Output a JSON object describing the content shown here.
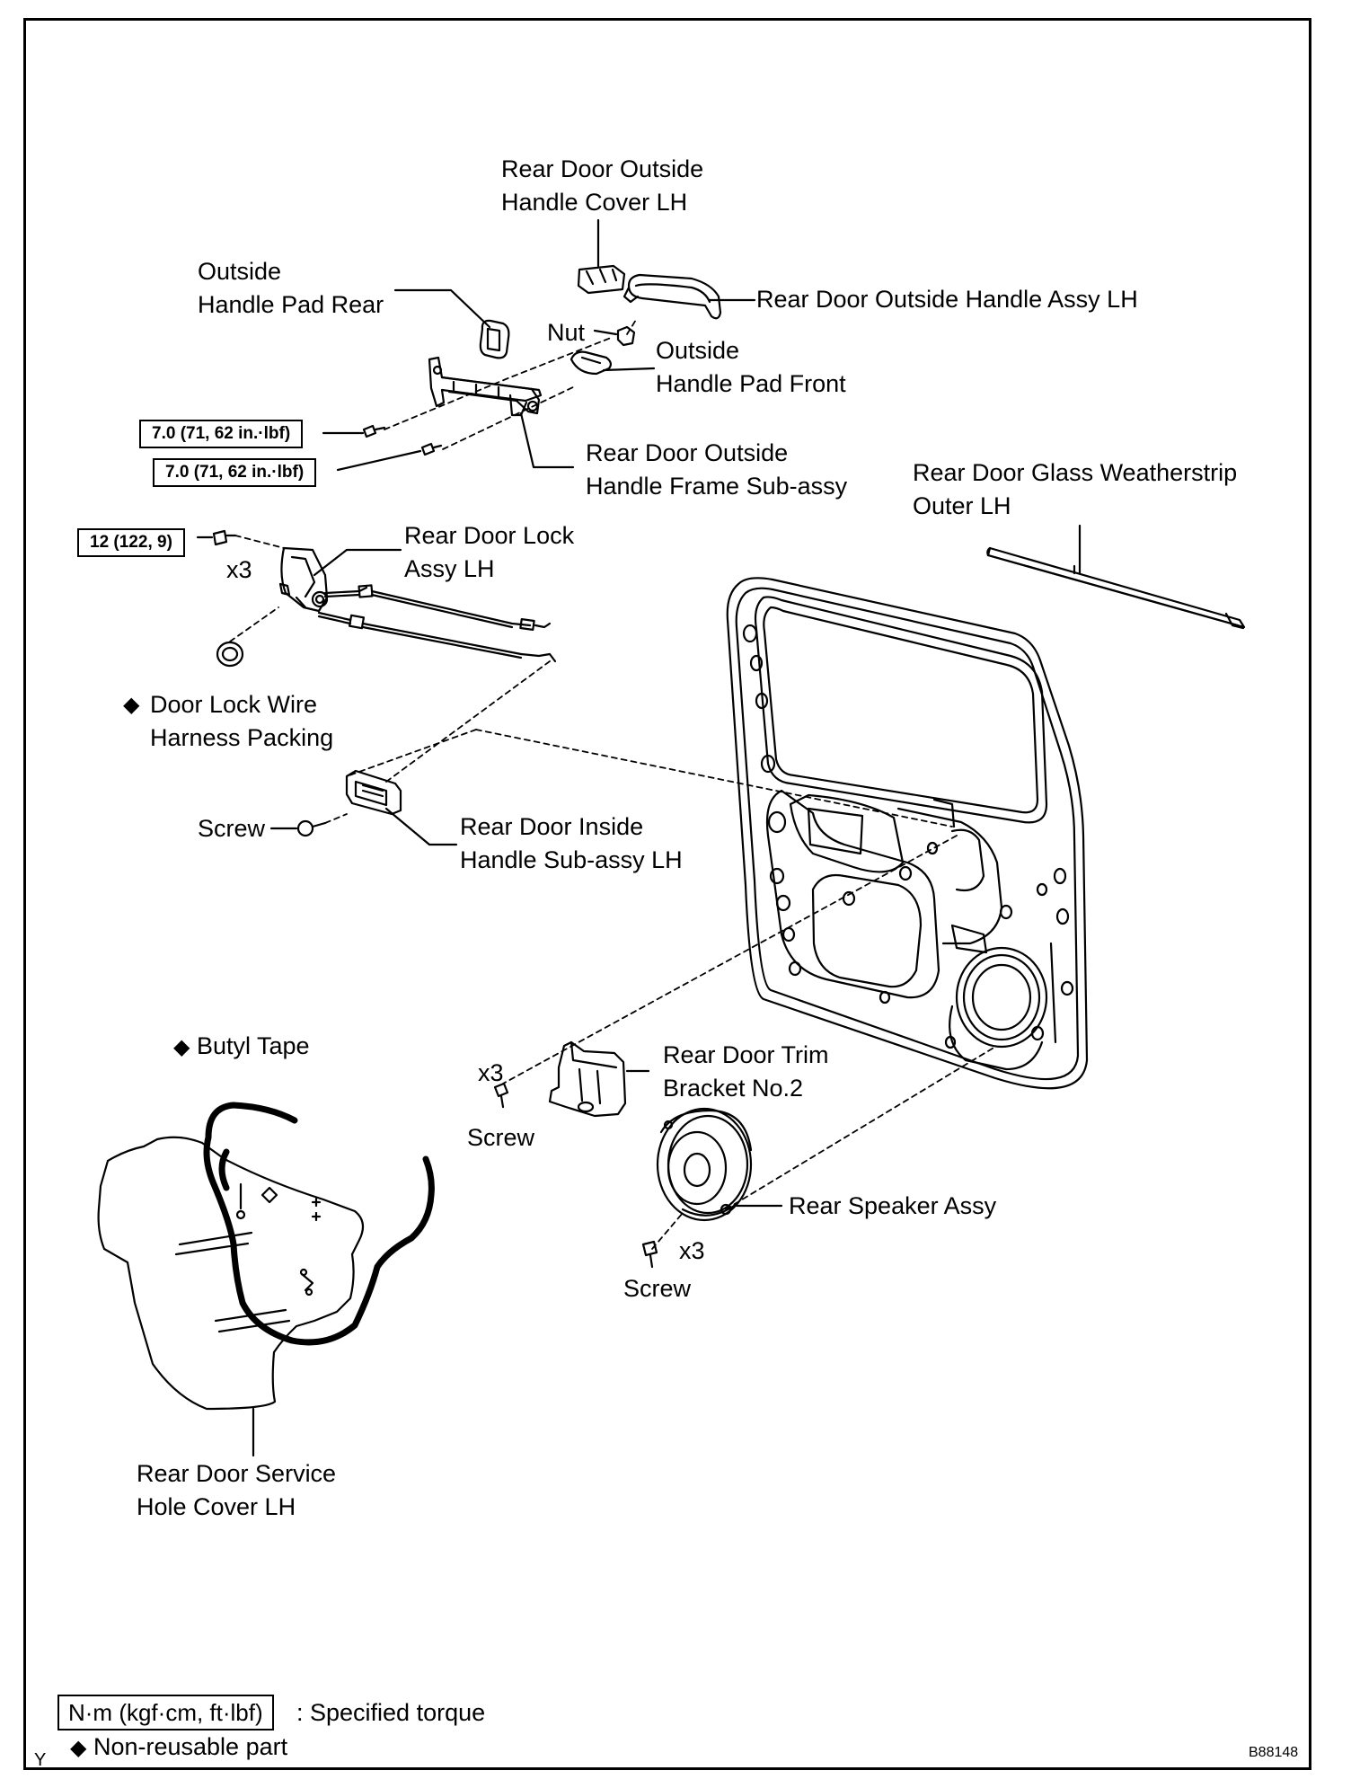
{
  "labels": {
    "handle_cover": "Rear Door Outside\nHandle Cover LH",
    "pad_rear": "Outside\nHandle Pad Rear",
    "handle_assy": "Rear Door Outside Handle Assy LH",
    "nut": "Nut",
    "pad_front": "Outside\nHandle Pad Front",
    "frame_subassy": "Rear Door Outside\nHandle Frame Sub-assy",
    "weatherstrip": "Rear Door Glass Weatherstrip\nOuter LH",
    "lock_assy": "Rear Door Lock\nAssy LH",
    "lock_x3": "x3",
    "wire_packing": "Door Lock Wire\nHarness Packing",
    "screw_inside": "Screw",
    "inside_handle": "Rear Door Inside\nHandle Sub-assy LH",
    "butyl_tape": "Butyl Tape",
    "bracket_x3": "x3",
    "bracket_screw": "Screw",
    "trim_bracket": "Rear Door Trim\nBracket No.2",
    "speaker": "Rear Speaker Assy",
    "speaker_x3": "x3",
    "speaker_screw": "Screw",
    "service_cover": "Rear Door Service\nHole Cover LH"
  },
  "torque": {
    "frame_upper": "7.0 (71, 62 in.·lbf)",
    "frame_lower": "7.0 (71, 62 in.·lbf)",
    "lock": "12 (122, 9)"
  },
  "legend": {
    "torque_box": "N·m (kgf·cm, ft·lbf)",
    "torque_text": ": Specified torque",
    "nonreusable_text": "Non-reusable part",
    "diamond": "◆"
  },
  "corner": {
    "left_mark": "Y",
    "figure_code": "B88148"
  }
}
